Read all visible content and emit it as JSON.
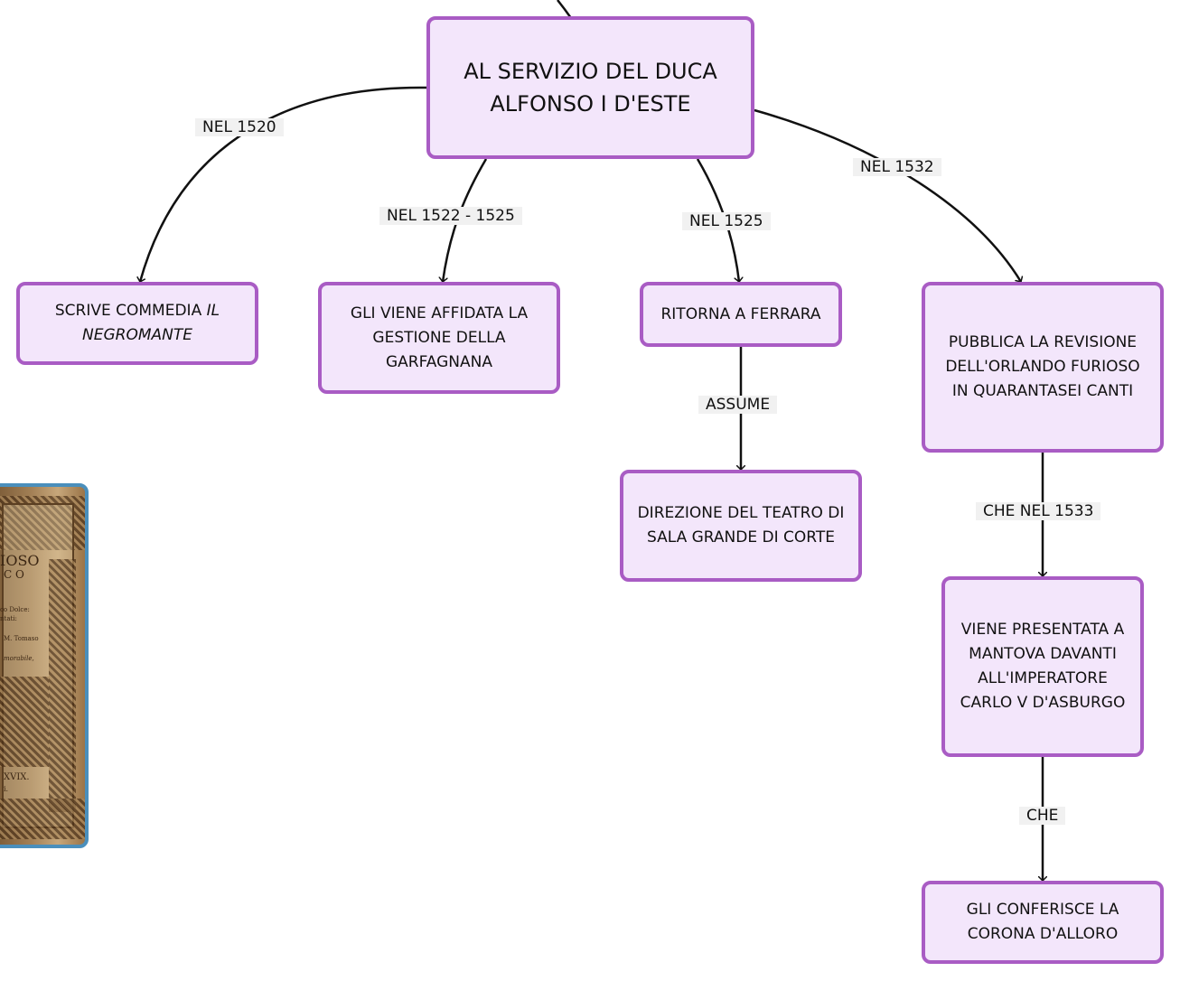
{
  "nodes": {
    "main": {
      "line1": "AL SERVIZIO DEL DUCA",
      "line2": "ALFONSO I D'ESTE"
    },
    "commedia": {
      "text": "SCRIVE COMMEDIA ",
      "italic1": "IL",
      "italic2": "NEGROMANTE"
    },
    "garfagnana": {
      "line1": "GLI VIENE AFFIDATA LA",
      "line2": "GESTIONE DELLA",
      "line3": "GARFAGNANA"
    },
    "ferrara": {
      "line1": "RITORNA A FERRARA"
    },
    "teatro": {
      "line1": "DIREZIONE DEL TEATRO DI",
      "line2": "SALA GRANDE DI CORTE"
    },
    "revisione": {
      "line1": "PUBBLICA LA REVISIONE",
      "line2": "DELL'ORLANDO FURIOSO",
      "line3": "IN QUARANTASEI CANTI"
    },
    "mantova": {
      "line1": "VIENE PRESENTATA A",
      "line2": "MANTOVA DAVANTI",
      "line3": "ALL'IMPERATORE",
      "line4": "CARLO V D'ASBURGO"
    },
    "corona": {
      "line1": "GLI CONFERISCE LA",
      "line2": "CORONA D'ALLORO"
    }
  },
  "links": {
    "nel1520": "NEL 1520",
    "nel1522": "NEL 1522 - 1525",
    "nel1525": "NEL 1525",
    "nel1532": "NEL 1532",
    "assume": "ASSUME",
    "che1533": "CHE NEL 1533",
    "che": "CHE"
  },
  "image": {
    "text1": "IOSO",
    "text2": "C O",
    "text3": "co Dolce:",
    "text4": "ntati:",
    "text5": "M. Tomaso",
    "text6": "morabile,",
    "text7": "XVIX.",
    "text8": "i."
  },
  "colors": {
    "node_fill": "#f3e6fb",
    "node_border": "#a95cc4",
    "image_border": "#4a8fbc"
  }
}
